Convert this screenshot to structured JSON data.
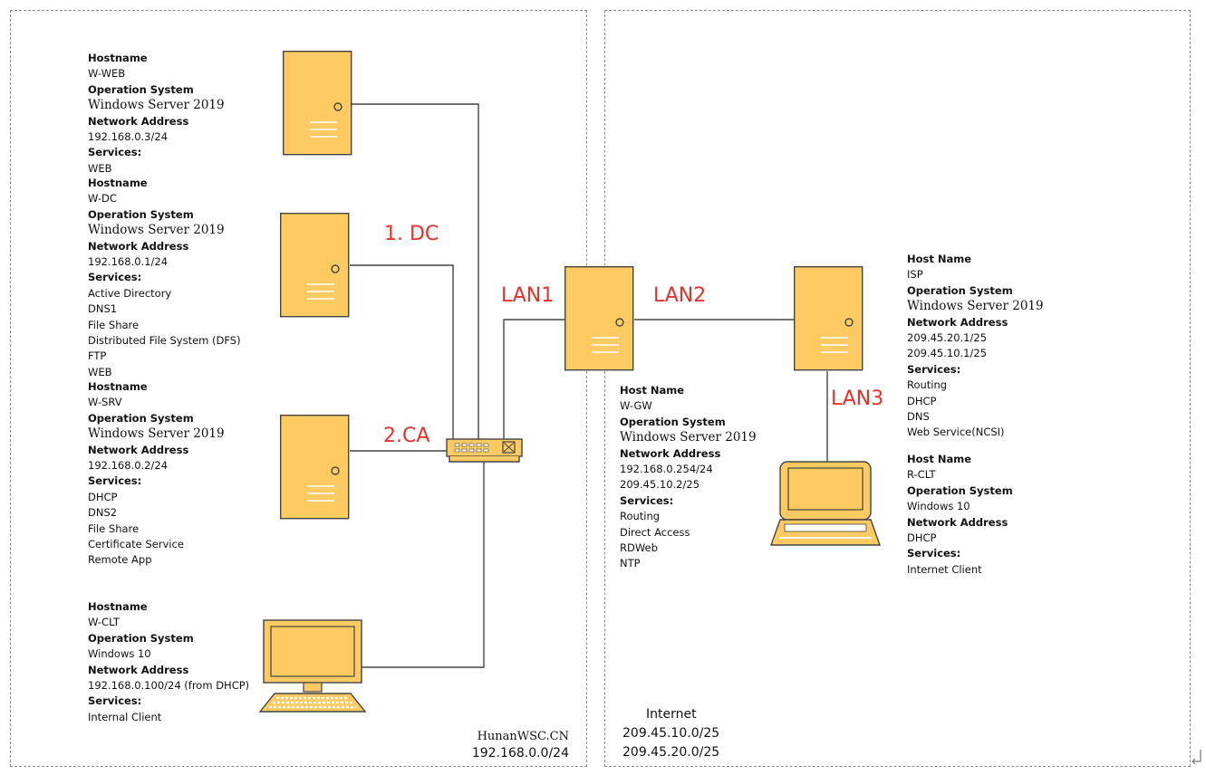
{
  "colors": {
    "device_fill": "#fecb63",
    "device_stroke": "#444444",
    "label_red": "#e8302a",
    "border_dashed": "#8a8a8a"
  },
  "labels": {
    "dc": "1. DC",
    "ca": "2.CA",
    "lan1": "LAN1",
    "lan2": "LAN2",
    "lan3": "LAN3"
  },
  "web": {
    "h_label": "Hostname",
    "hostname": "W-WEB",
    "os_label": "Operation System",
    "os": "Windows Server 2019",
    "net_label": "Network Address",
    "addr": "192.168.0.3/24",
    "svc_label": "Services:",
    "services": [
      "WEB"
    ]
  },
  "dc": {
    "h_label": "Hostname",
    "hostname": "W-DC",
    "os_label": "Operation System",
    "os": "Windows Server 2019",
    "net_label": "Network Address",
    "addr": "192.168.0.1/24",
    "svc_label": "Services:",
    "services": [
      "Active Directory",
      "DNS1",
      "File Share",
      "Distributed File System (DFS)",
      "FTP",
      "WEB"
    ]
  },
  "srv": {
    "h_label": "Hostname",
    "hostname": "W-SRV",
    "os_label": "Operation System",
    "os": "Windows Server 2019",
    "net_label": "Network Address",
    "addr": "192.168.0.2/24",
    "svc_label": "Services:",
    "services": [
      "DHCP",
      "DNS2",
      "File Share",
      "Certificate Service",
      "Remote App"
    ]
  },
  "clt": {
    "h_label": "Hostname",
    "hostname": "W-CLT",
    "os_label": "Operation System",
    "os": "Windows 10",
    "net_label": "Network Address",
    "addr": "192.168.0.100/24 (from DHCP)",
    "svc_label": "Services:",
    "services": [
      "Internal Client"
    ]
  },
  "gw": {
    "h_label": "Host Name",
    "hostname": "W-GW",
    "os_label": "Operation System",
    "os": "Windows Server 2019",
    "net_label": "Network Address",
    "addrs": [
      "192.168.0.254/24",
      "209.45.10.2/25"
    ],
    "svc_label": "Services:",
    "services": [
      "Routing",
      "Direct Access",
      "RDWeb",
      "NTP"
    ]
  },
  "isp": {
    "h_label": "Host Name",
    "hostname": "ISP",
    "os_label": "Operation System",
    "os": "Windows Server 2019",
    "net_label": "Network Address",
    "addrs": [
      "209.45.20.1/25",
      "209.45.10.1/25"
    ],
    "svc_label": "Services:",
    "services": [
      "Routing",
      "DHCP",
      "DNS",
      "Web Service(NCSI)"
    ]
  },
  "rclt": {
    "h_label": "Host Name",
    "hostname": "R-CLT",
    "os_label": "Operation System",
    "os": "Windows 10",
    "net_label": "Network Address",
    "addr": "DHCP",
    "svc_label": "Services:",
    "services": [
      "Internet Client"
    ]
  },
  "footer_left": {
    "brand": "HunanWSC.CN",
    "subnet": "192.168.0.0/24"
  },
  "footer_right": {
    "title": "Internet",
    "subnets": [
      "209.45.10.0/25",
      "209.45.20.0/25"
    ]
  }
}
